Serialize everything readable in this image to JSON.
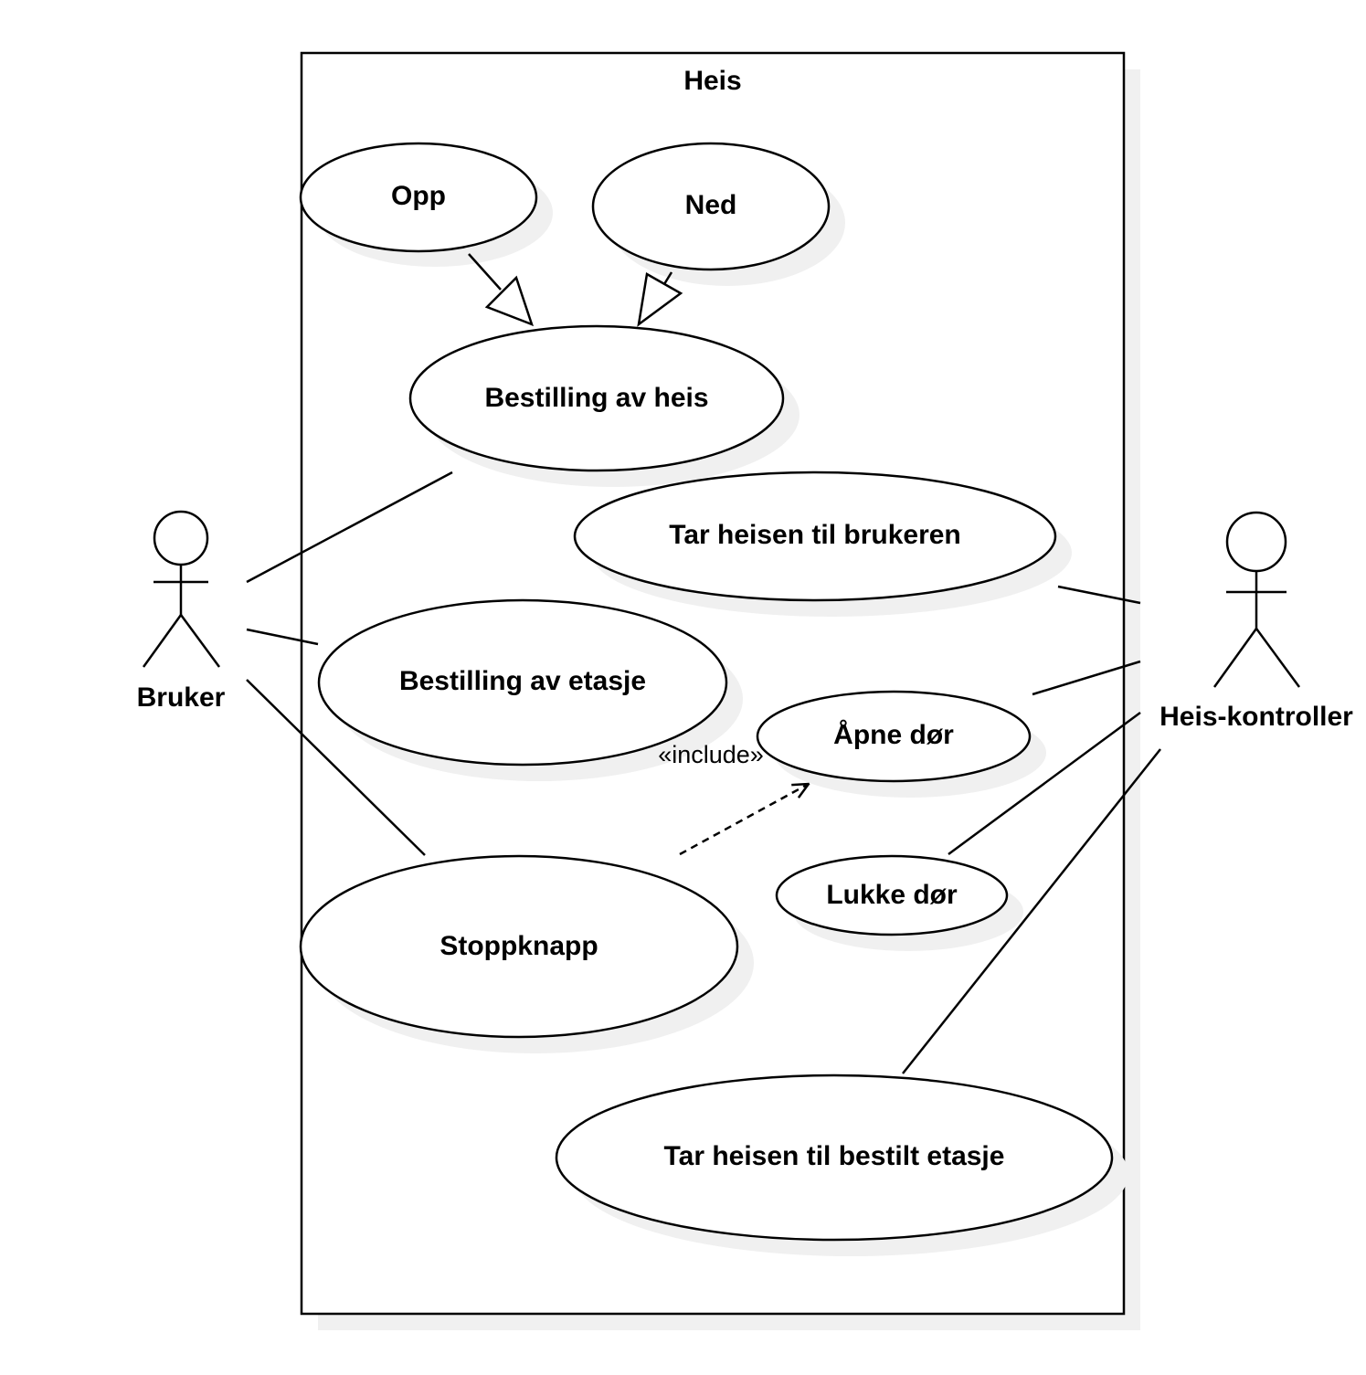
{
  "system": {
    "title": "Heis"
  },
  "actors": {
    "user": "Bruker",
    "controller": "Heis-kontroller"
  },
  "use_cases": {
    "up": "Opp",
    "down": "Ned",
    "order_elevator": "Bestilling av heis",
    "take_to_user": "Tar heisen til brukeren",
    "order_floor": "Bestilling av etasje",
    "open_door": "Åpne dør",
    "close_door": "Lukke dør",
    "stop_button": "Stoppknapp",
    "take_to_floor": "Tar heisen til bestilt etasje"
  },
  "relations": {
    "include_label": "«include»"
  },
  "colors": {
    "stroke": "#000000",
    "fill": "#ffffff",
    "shadow": "#f0f0f0"
  }
}
